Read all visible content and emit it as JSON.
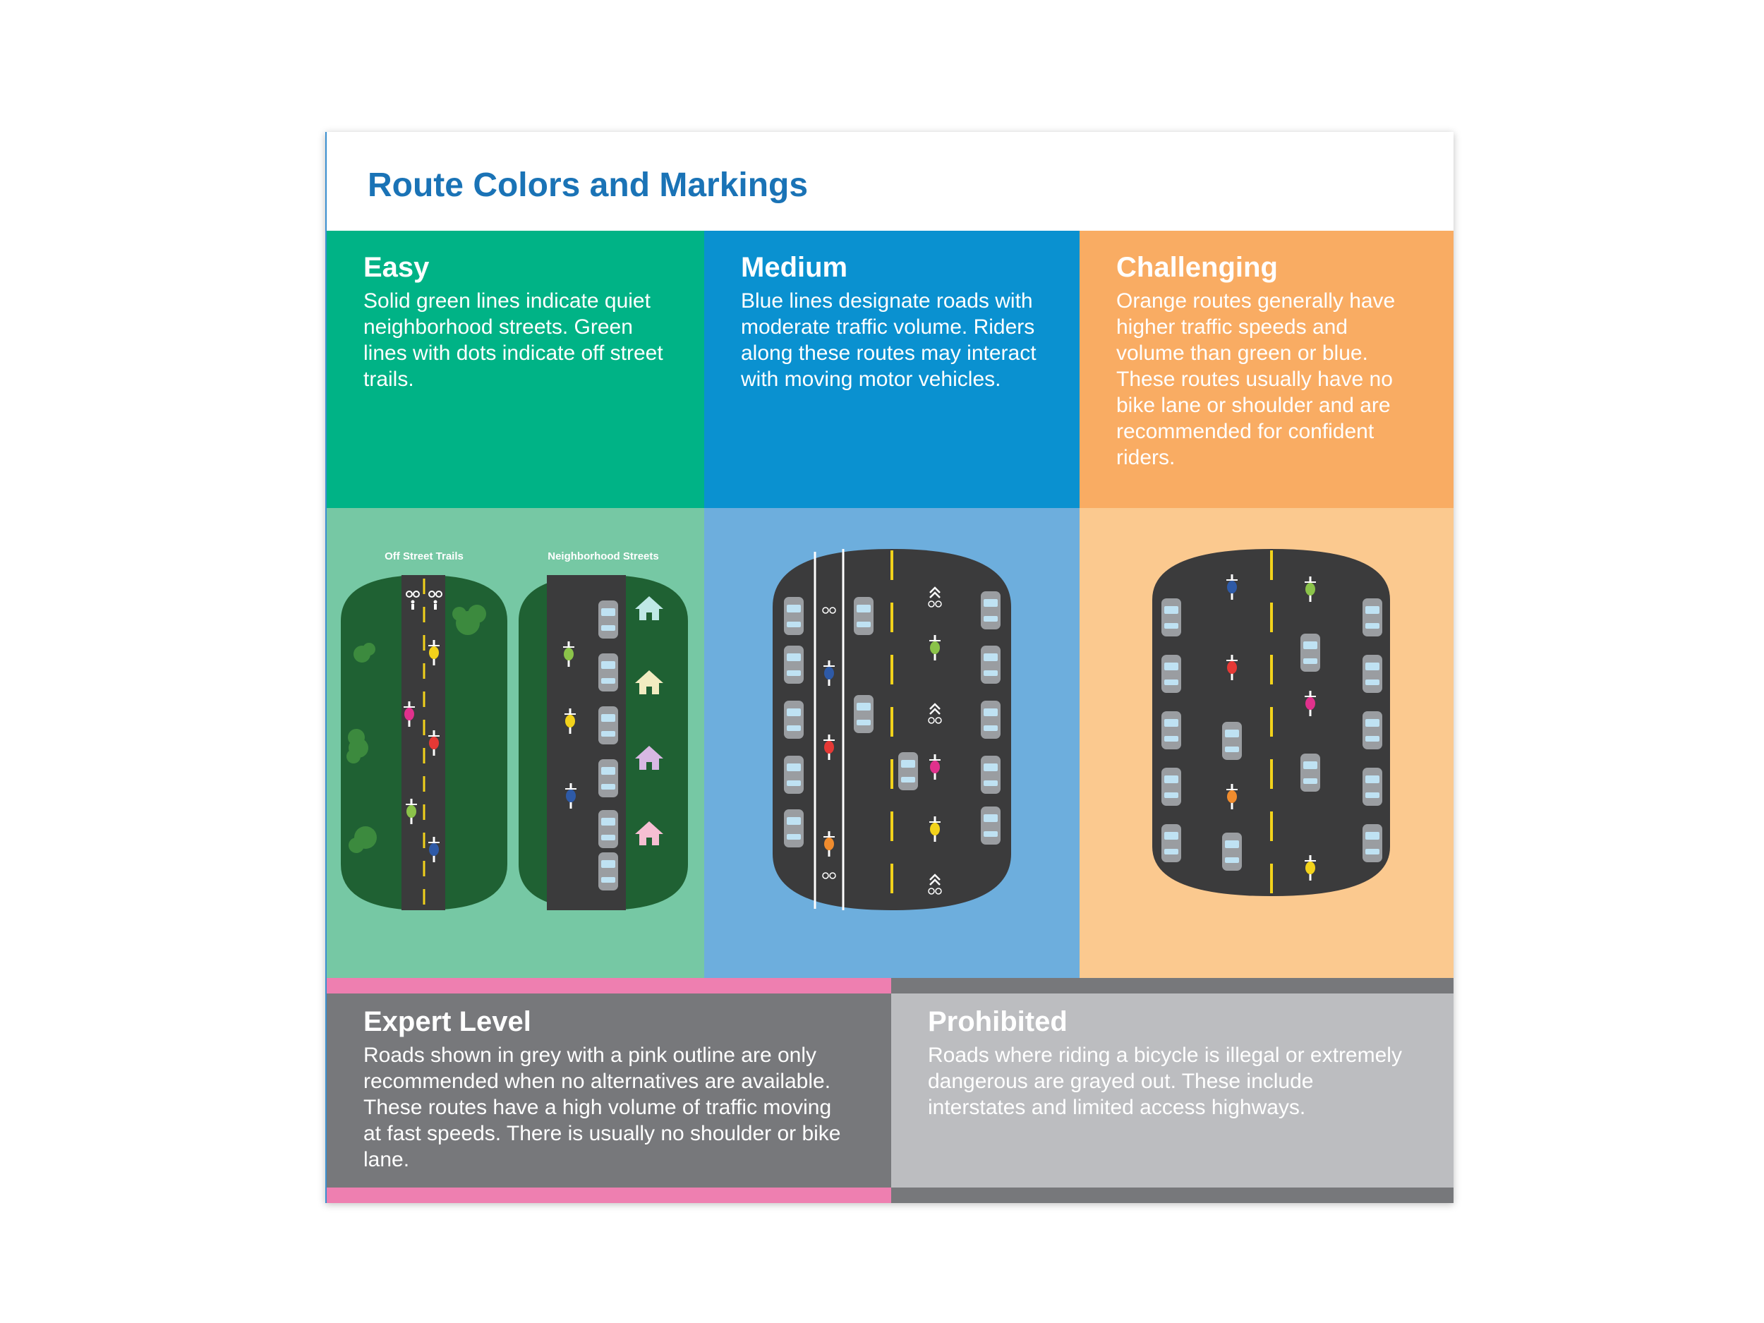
{
  "title": "Route Colors and Markings",
  "colors": {
    "title": "#1a73b6",
    "easy": "#00b386",
    "medium": "#0a91d0",
    "challenging": "#f9ac63",
    "expert": "#77787b",
    "expert_outline": "#ee7fb0",
    "prohibited": "#bcbdc0"
  },
  "levels": {
    "easy": {
      "heading": "Easy",
      "text": "Solid green lines indicate quiet neighborhood streets. Green lines with dots indicate off street trails."
    },
    "medium": {
      "heading": "Medium",
      "text": "Blue lines designate roads with moderate traffic volume. Riders along these routes may interact with moving motor vehicles."
    },
    "challenging": {
      "heading": "Challenging",
      "text": "Orange routes generally have higher traffic speeds and volume than green or blue. These routes usually have no bike lane or shoulder and are recommended for confident riders."
    },
    "expert": {
      "heading": "Expert Level",
      "text": "Roads shown in grey with a pink outline are only recommended when no alternatives are available. These routes have a high volume of traffic moving at fast speeds. There is usually no shoulder or bike lane."
    },
    "prohibited": {
      "heading": "Prohibited",
      "text": "Roads where riding a bicycle is illegal or extremely dangerous are grayed out. These include interstates and limited access highways."
    }
  },
  "illustrations": {
    "off_street_trails_label": "Off Street Trails",
    "neighborhood_streets_label": "Neighborhood Streets",
    "icons": [
      "bike-symbol-icon",
      "pedestrian-symbol-icon",
      "sharrow-icon",
      "house-icon",
      "car-icon",
      "cyclist-icon",
      "tree-icon"
    ]
  }
}
